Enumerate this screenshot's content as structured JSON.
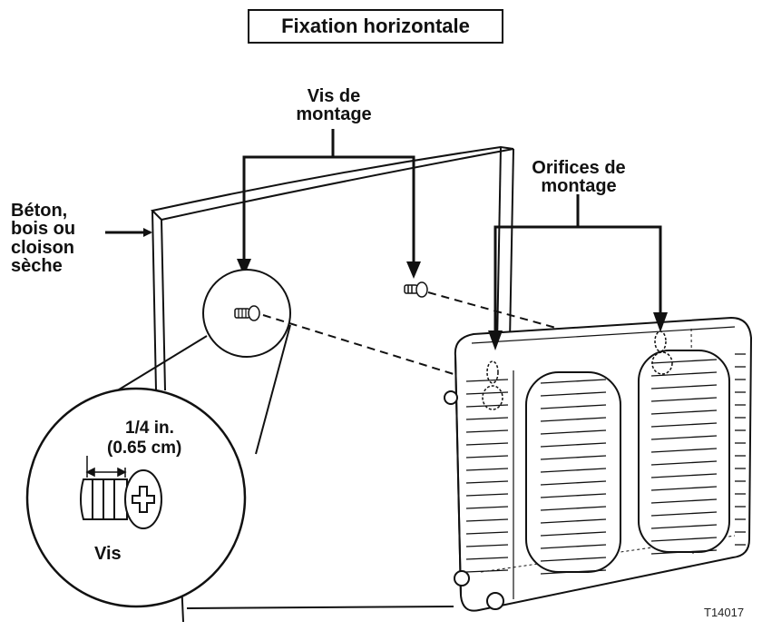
{
  "title": "Fixation horizontale",
  "labels": {
    "screws": [
      "Vis de",
      "montage"
    ],
    "holes": [
      "Orifices de",
      "montage"
    ],
    "wall": [
      "Béton,",
      "bois ou",
      "cloison",
      "sèche"
    ],
    "size_line1": "1/4 in.",
    "size_line2": "(0.65 cm)",
    "screw_caption": "Vis"
  },
  "figure_code": "T14017"
}
